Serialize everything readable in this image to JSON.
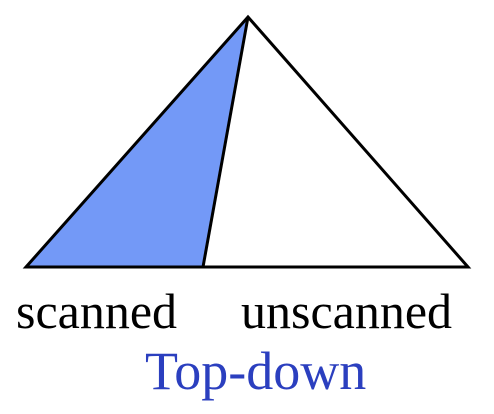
{
  "diagram": {
    "labels": {
      "left": "scanned",
      "right": "unscanned"
    },
    "caption": "Top-down",
    "colors": {
      "scanned_fill": "#7399f7",
      "unscanned_fill": "#ffffff",
      "outline": "#000000",
      "label_text": "#000000",
      "caption_text": "#2b3fbf"
    }
  }
}
